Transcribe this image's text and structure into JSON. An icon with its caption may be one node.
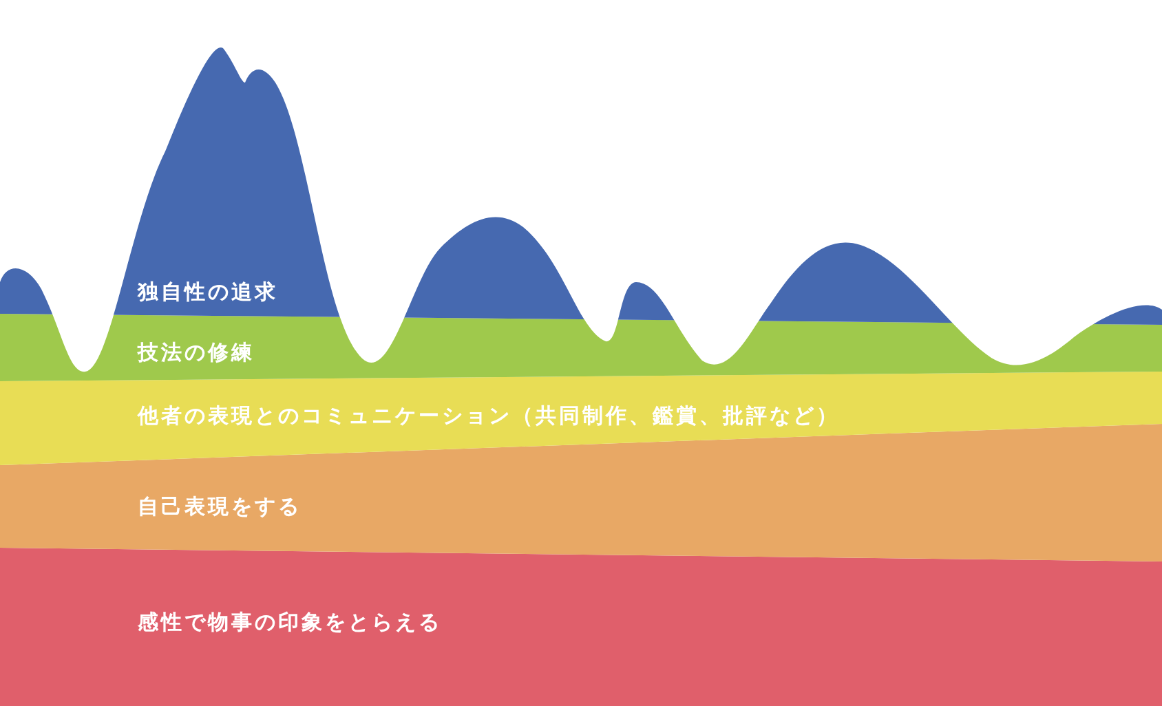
{
  "diagram": {
    "nodes": [
      {
        "text": [
          "独自性の追求"
        ]
      },
      {
        "text": [
          "技法の修練"
        ]
      },
      {
        "text": [
          "他者の表現とのコミュニケーション（共同制作、鑑賞、批評など）"
        ]
      },
      {
        "text": [
          "自己表現をする"
        ]
      },
      {
        "text": [
          "感性で物事の印象をとらえる"
        ]
      }
    ]
  }
}
